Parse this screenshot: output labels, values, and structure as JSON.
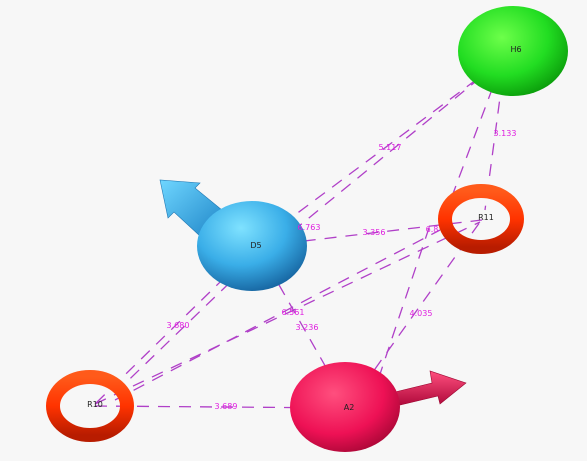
{
  "nodes": {
    "h6": {
      "label": "H6"
    },
    "r11": {
      "label": "R11"
    },
    "d5": {
      "label": "D5"
    },
    "r10": {
      "label": "R10"
    },
    "a2": {
      "label": "A2"
    }
  },
  "edges": {
    "d5_h6": "5.117",
    "h6_r11": "3.133",
    "d5_r11": "3.356",
    "r10_r11": "6.561",
    "a2_r11": "4.035",
    "d5_r10": "3.680",
    "d5_a2": "3.236",
    "r10_a2": "3.689",
    "d5_other": "6.763",
    "r11_partial": "6.8"
  },
  "colors": {
    "h6": "#22dd22",
    "d5": "#3aaee8",
    "ring": "#ff3300",
    "a2": "#ee1155",
    "edge": "#b040c8",
    "label": "#e020e0"
  }
}
